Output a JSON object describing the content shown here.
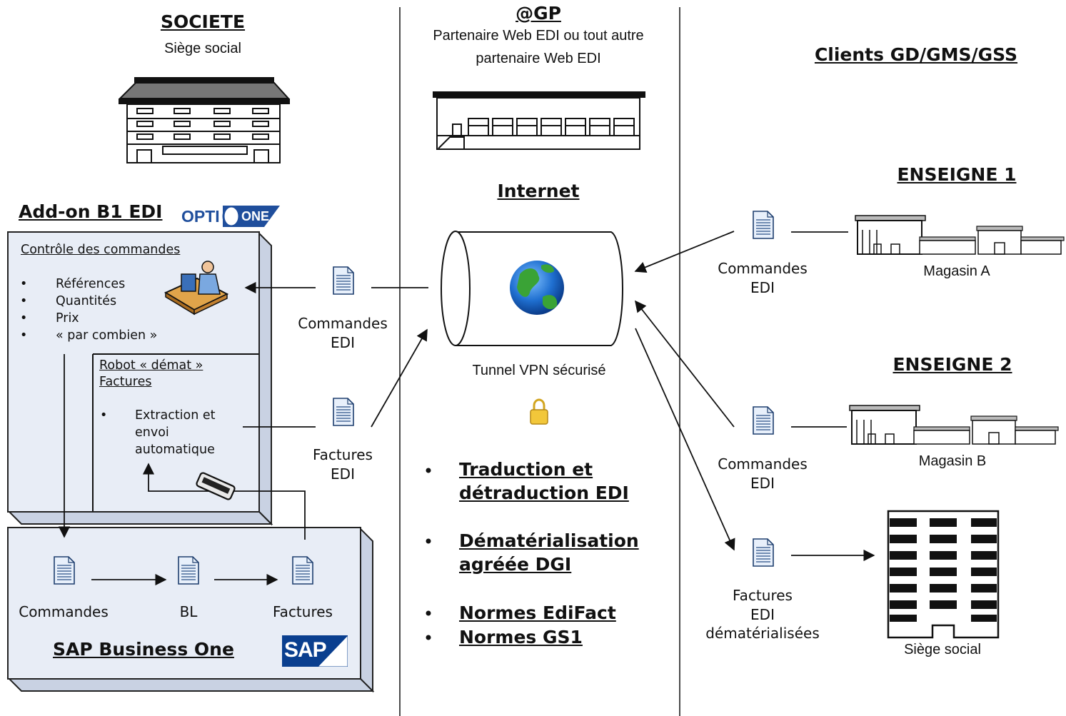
{
  "societe": {
    "title": "SOCIETE",
    "subtitle": "Siège social"
  },
  "gp": {
    "title": "@GP",
    "subtitle_line1": "Partenaire Web EDI ou tout autre",
    "subtitle_line2": "partenaire Web EDI"
  },
  "clients": {
    "title": "Clients GD/GMS/GSS"
  },
  "addon": {
    "title": "Add-on B1 EDI",
    "logo_text": "OPTI",
    "logo_text2": "ONE",
    "controle_title": "Contrôle des commandes",
    "controle_items": [
      "Références",
      "Quantités",
      "Prix",
      "« par combien »"
    ],
    "robot_title_line1": "Robot « démat »",
    "robot_title_line2": "Factures",
    "robot_item_line1": "Extraction et",
    "robot_item_line2": "envoi",
    "robot_item_line3": "automatique"
  },
  "sap": {
    "title": "SAP Business One",
    "logo_text": "SAP",
    "docs": [
      "Commandes",
      "BL",
      "Factures"
    ]
  },
  "middle_docs": {
    "commandes_line1": "Commandes",
    "commandes_line2": "EDI",
    "factures_line1": "Factures",
    "factures_line2": "EDI"
  },
  "internet": {
    "title": "Internet",
    "tunnel_label": "Tunnel VPN sécurisé",
    "features": [
      [
        "Traduction et",
        "détraduction EDI"
      ],
      [
        "Dématérialisation",
        "agréée DGI"
      ],
      [
        "Normes EdiFact"
      ],
      [
        "Normes GS1"
      ]
    ]
  },
  "enseigne1": {
    "title": "ENSEIGNE 1",
    "store": "Magasin A",
    "doc_line1": "Commandes",
    "doc_line2": "EDI"
  },
  "enseigne2": {
    "title": "ENSEIGNE 2",
    "store": "Magasin B",
    "doc_line1": "Commandes",
    "doc_line2": "EDI"
  },
  "factures_demat": {
    "line1": "Factures",
    "line2": "EDI",
    "line3": "dématérialisées"
  },
  "siege_client": {
    "label": "Siège social"
  },
  "colors": {
    "panel_fill": "#e8edf6",
    "line": "#222222",
    "opti_blue": "#1f4e9c",
    "sap_blue": "#0a3f8f"
  }
}
